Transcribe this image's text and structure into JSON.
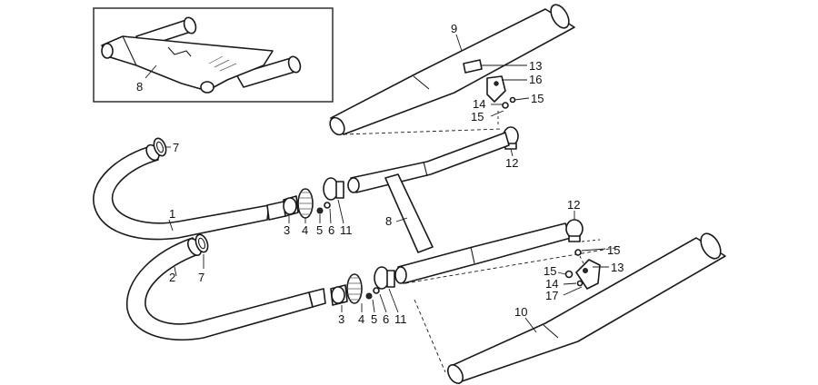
{
  "callouts": {
    "c1": "1",
    "c2": "2",
    "c3a": "3",
    "c4a": "4",
    "c5a": "5",
    "c6a": "6",
    "c11a": "11",
    "c3b": "3",
    "c4b": "4",
    "c5b": "5",
    "c6b": "6",
    "c11b": "11",
    "c7a": "7",
    "c7b": "7",
    "c8": "8",
    "c8inset": "8",
    "c9": "9",
    "c10": "10",
    "c12a": "12",
    "c12b": "12",
    "c13a": "13",
    "c16": "16",
    "c14a": "14",
    "c15a": "15",
    "c15b": "15",
    "c15c": "15",
    "c13b": "13",
    "c15d": "15",
    "c14b": "14",
    "c17": "17"
  },
  "colors": {
    "line": "#1a1a1a",
    "background": "#ffffff"
  }
}
